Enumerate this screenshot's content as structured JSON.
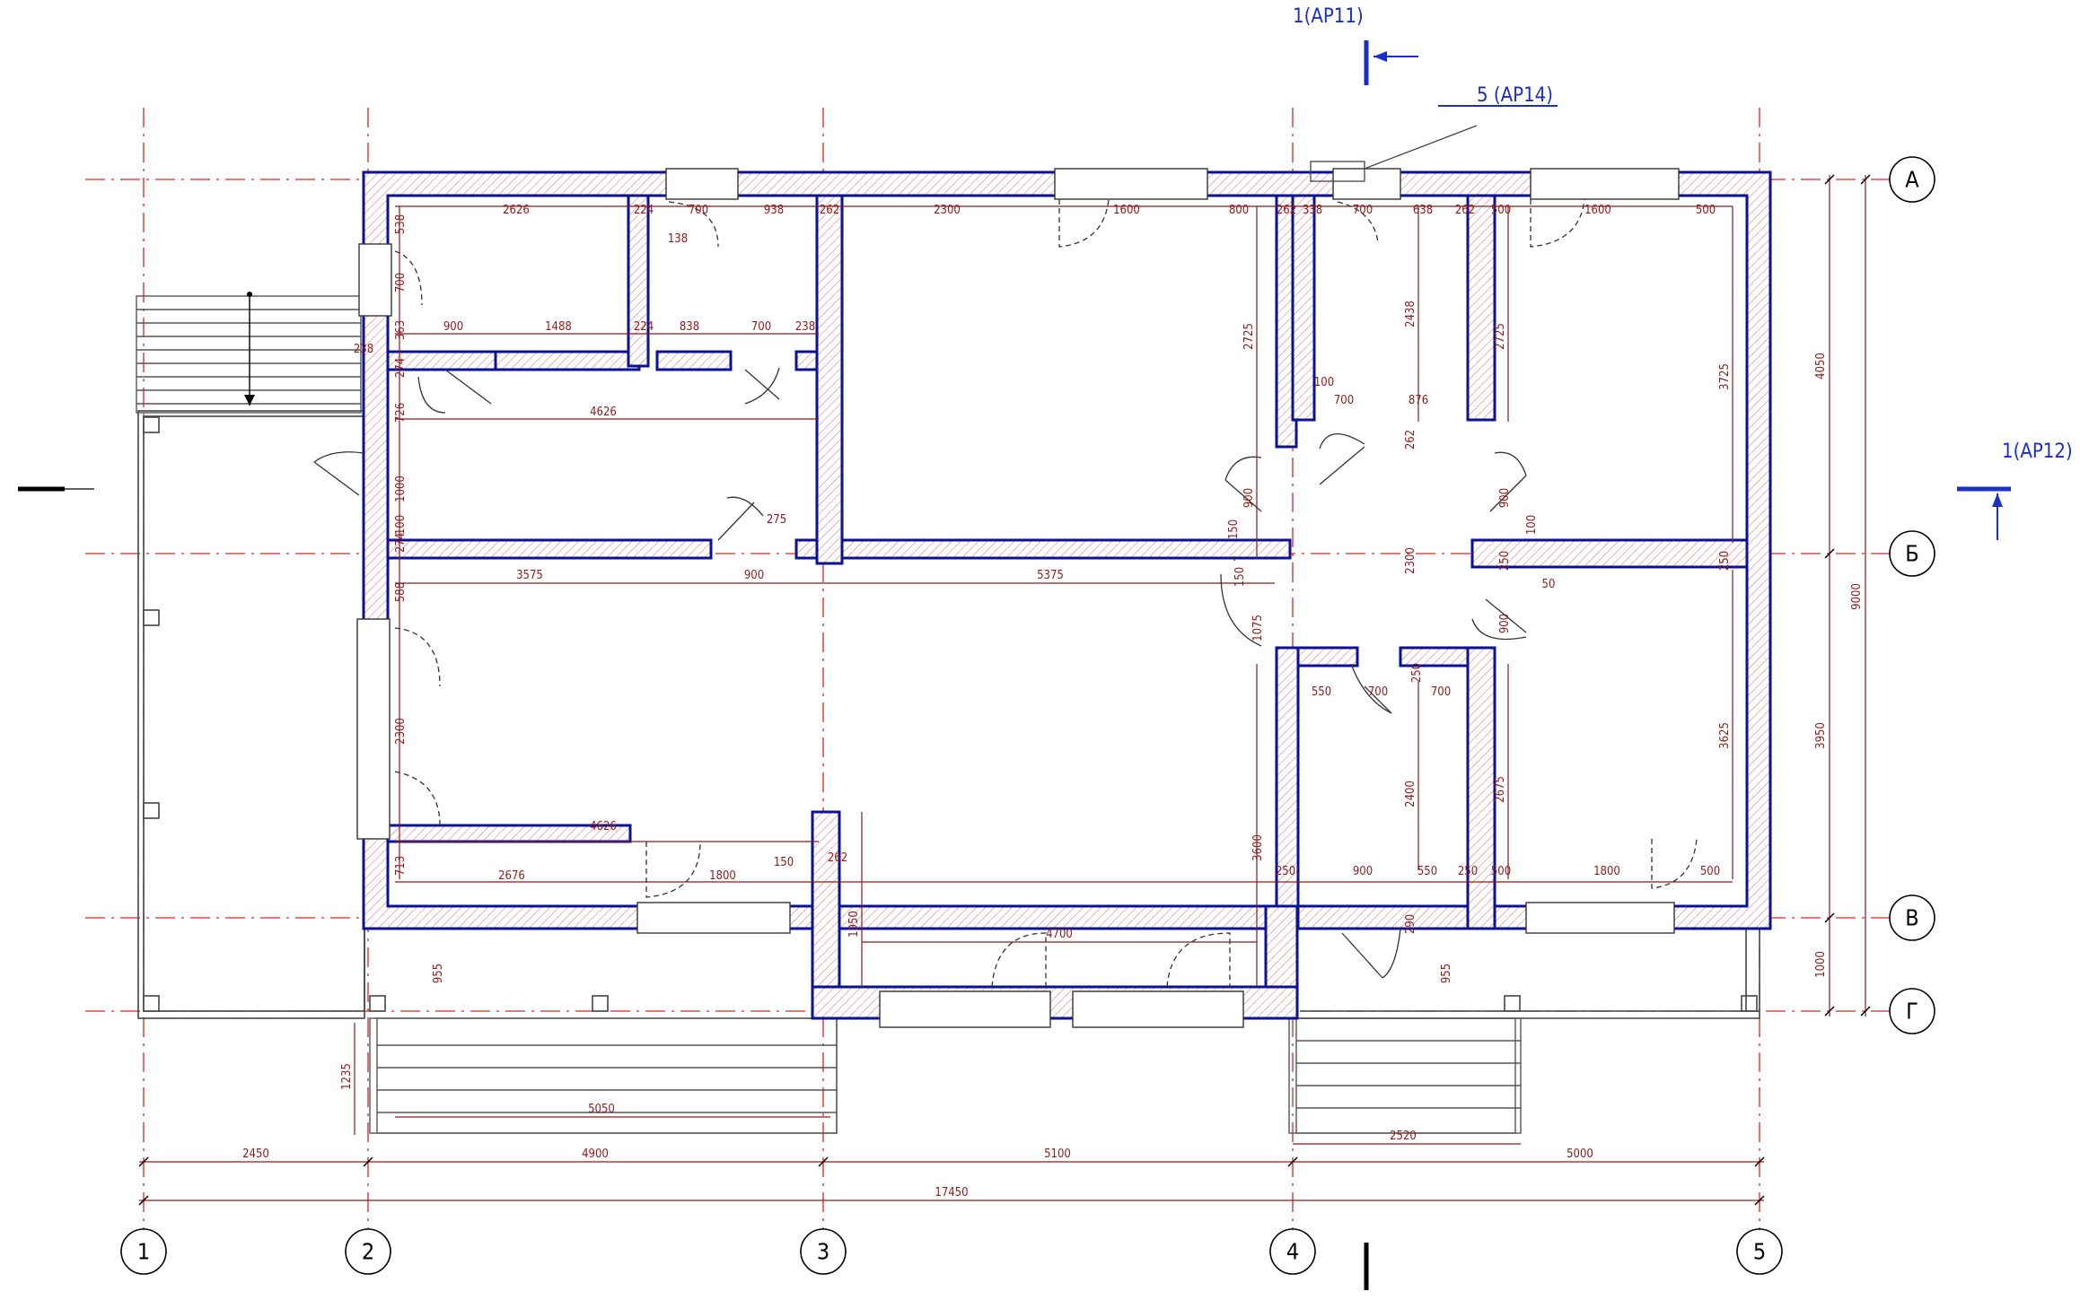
{
  "colors": {
    "wall_outline": "#0a1296",
    "wall_hatch": "#d98a8a",
    "axis_line": "#e02020",
    "dimension": "#8b1a1a",
    "section_marker": "#1a2fc4",
    "drawing_lines": "#555555"
  },
  "axes": {
    "vertical": [
      "1",
      "2",
      "3",
      "4",
      "5"
    ],
    "horizontal": [
      "А",
      "Б",
      "В",
      "Г"
    ]
  },
  "section_markers": {
    "top": "1(АР11)",
    "node": "5 (АР14)",
    "right": "1(АР12)"
  },
  "dimensions": {
    "bottom_chain": [
      "2450",
      "4900",
      "5100",
      "5000"
    ],
    "bottom_total": "17450",
    "porch_width_left": "5050",
    "porch_depth_left": "1235",
    "porch_width_right": "2520",
    "porch_offset_left": "955",
    "porch_offset_right": "955",
    "right_chain": [
      "4050",
      "3950",
      "1000"
    ],
    "right_total": "9000",
    "top_room_row": [
      "538",
      "2626",
      "224",
      "700",
      "938",
      "262",
      "2300",
      "1600",
      "800",
      "262",
      "338",
      "700",
      "638",
      "262",
      "500",
      "1600",
      "500"
    ],
    "corridor_row": [
      "363",
      "900",
      "1488",
      "224",
      "838",
      "700",
      "238"
    ],
    "left_side": [
      "700",
      "238",
      "274",
      "726",
      "1000",
      "274",
      "100",
      "588",
      "2300",
      "713"
    ],
    "mid_row": [
      "3575",
      "900",
      "5375"
    ],
    "bottom_room_row": [
      "2676",
      "1800",
      "150",
      "262"
    ],
    "wide_spans": [
      "4626",
      "4626",
      "4700"
    ],
    "misc": [
      "138",
      "275",
      "150",
      "150",
      "1075",
      "3600",
      "1950",
      "2725",
      "2438",
      "100",
      "700",
      "876",
      "262",
      "2300",
      "2725",
      "3725",
      "900",
      "100",
      "900",
      "250",
      "250",
      "50",
      "900",
      "250",
      "550",
      "700",
      "700",
      "2400",
      "2675",
      "3625",
      "250",
      "900",
      "550",
      "250",
      "500",
      "1800",
      "500",
      "290"
    ]
  }
}
